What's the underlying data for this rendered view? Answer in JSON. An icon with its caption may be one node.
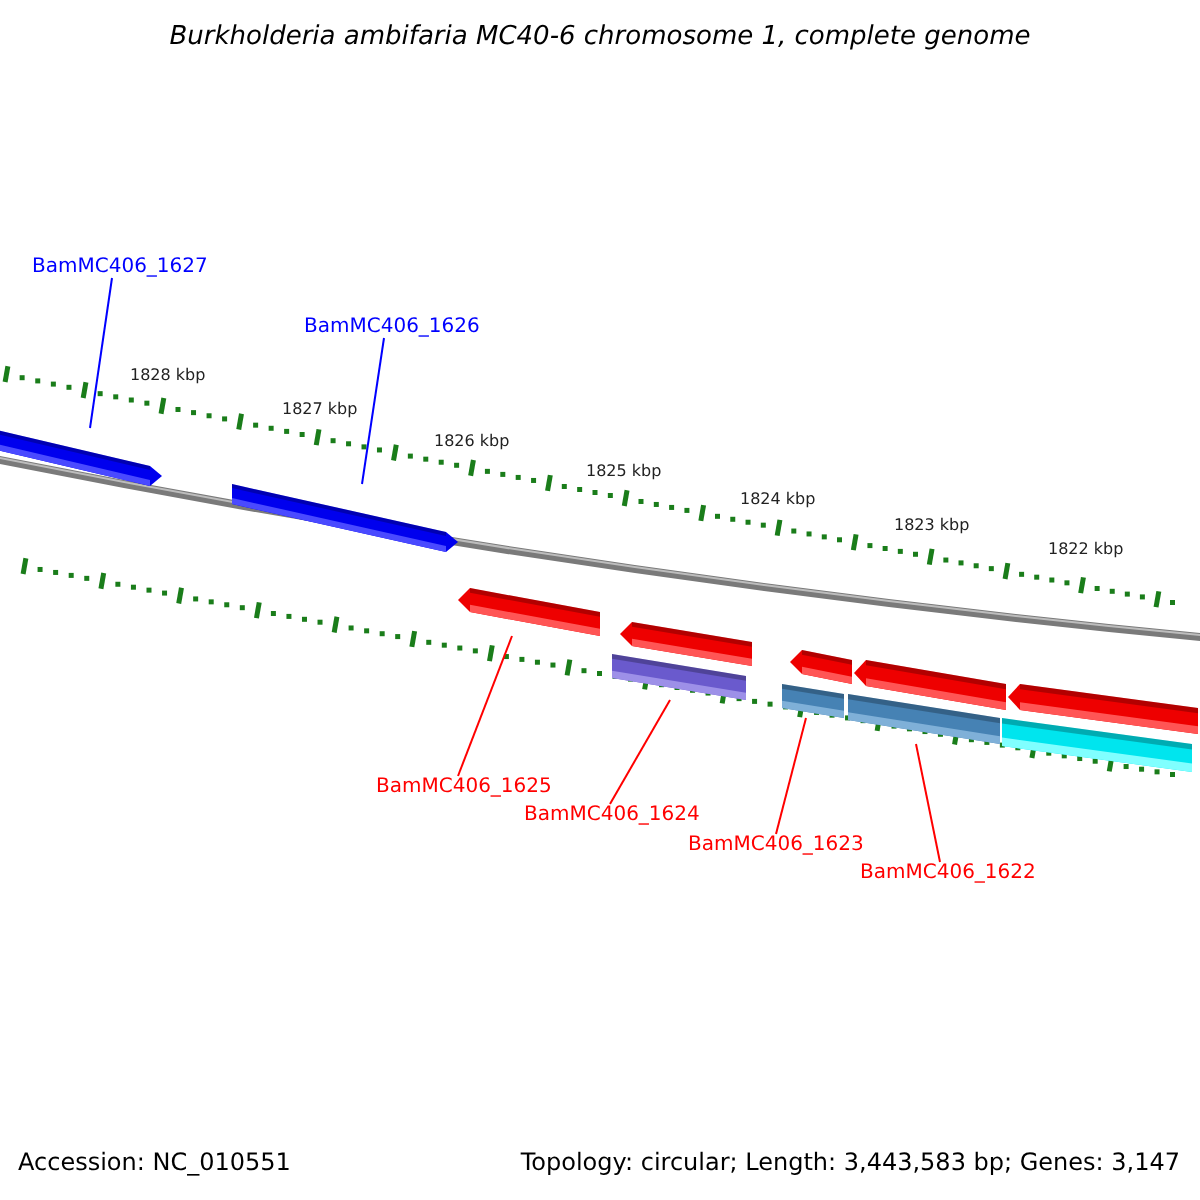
{
  "diagram": {
    "title": "Burkholderia ambifaria MC40-6 chromosome 1, complete genome",
    "nodes": [
      {
        "text": [
          "BamMC406_1627"
        ]
      },
      {
        "text": [
          "BamMC406_1626"
        ]
      },
      {
        "text": [],
        "shape": "pentagon"
      },
      {
        "text": [],
        "shape": "pentagon"
      },
      {
        "text": [],
        "shape": "pentagon"
      },
      {
        "text": [],
        "shape": "pentagon"
      },
      {
        "text": [],
        "shape": "pentagon"
      },
      {
        "text": [],
        "shape": "pentagon"
      },
      {
        "text": [],
        "shape": "pentagon"
      },
      {
        "text": [],
        "shape": "bar"
      },
      {
        "text": [],
        "shape": "bar"
      },
      {
        "text": [],
        "shape": "bar"
      },
      {
        "text": [],
        "shape": "bar"
      },
      {
        "text": [
          "BamMC406_1625"
        ]
      },
      {
        "text": [
          "BamMC406_1624"
        ]
      },
      {
        "text": [
          "BamMC406_1623"
        ]
      },
      {
        "text": [
          "BamMC406_1622"
        ]
      }
    ],
    "edges": [
      {
        "from": 0,
        "to": 2,
        "arrow": "none",
        "color": "#0000ff"
      },
      {
        "from": 1,
        "to": 3,
        "arrow": "none",
        "color": "#0000ff"
      },
      {
        "from": 13,
        "to": 4,
        "arrow": "none"
      },
      {
        "from": 14,
        "to": 9,
        "arrow": "none"
      },
      {
        "from": 15,
        "to": 10,
        "arrow": "none"
      },
      {
        "from": 16,
        "to": 11,
        "arrow": "none"
      }
    ],
    "labels": [
      "1828 kbp",
      "1827 kbp",
      "1826 kbp",
      "1825 kbp",
      "1824 kbp",
      "1823 kbp",
      "1822 kbp",
      "Accession: NC_010551",
      "Topology: circular; Length: 3,443,583 bp; Genes: 3,147"
    ]
  }
}
